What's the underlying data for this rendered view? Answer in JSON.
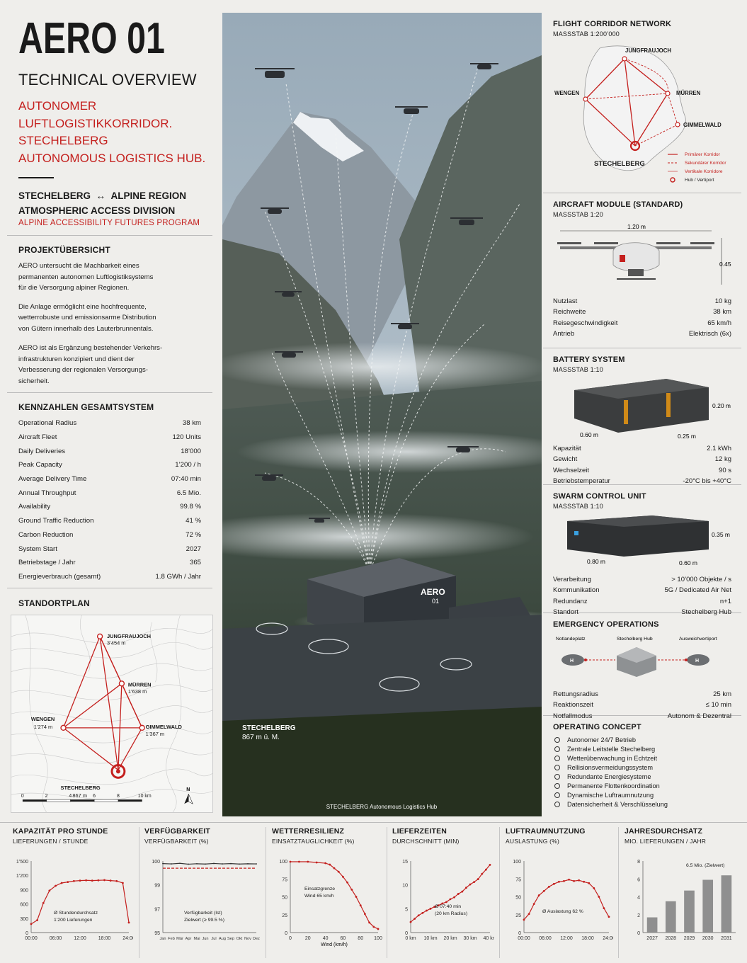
{
  "title": "AERO 01",
  "subtitle": "TECHNICAL OVERVIEW",
  "tagline": [
    "AUTONOMER",
    "LUFTLOGISTIKKORRIDOR.",
    "STECHELBERG",
    "AUTONOMOUS LOGISTICS HUB."
  ],
  "route": {
    "from": "STECHELBERG",
    "arrow": "↔",
    "to": "ALPINE REGION"
  },
  "division": "ATMOSPHERIC ACCESS DIVISION",
  "program": "ALPINE ACCESSIBILITY FUTURES PROGRAM",
  "overview": {
    "heading": "PROJEKTÜBERSICHT",
    "p1": [
      "AERO untersucht die Machbarkeit eines",
      "permanenten autonomen Luftlogistiksystems",
      "für die Versorgung alpiner Regionen."
    ],
    "p2": [
      "Die Anlage ermöglicht eine hochfrequente,",
      "wetterrobuste und emissionsarme Distribution",
      "von Gütern innerhalb des Lauterbrunnentals."
    ],
    "p3": [
      "AERO ist als Ergänzung bestehender Verkehrs-",
      "infrastrukturen konzipiert und dient der",
      "Verbesserung der regionalen Versorgungs-",
      "sicherheit."
    ]
  },
  "kpis": {
    "heading": "KENNZAHLEN GESAMTSYSTEM",
    "rows": [
      {
        "label": "Operational Radius",
        "value": "38 km"
      },
      {
        "label": "Aircraft Fleet",
        "value": "120 Units"
      },
      {
        "label": "Daily Deliveries",
        "value": "18’000"
      },
      {
        "label": "Peak Capacity",
        "value": "1’200 / h"
      },
      {
        "label": "Average Delivery Time",
        "value": "07:40 min"
      },
      {
        "label": "Annual Throughput",
        "value": "6.5 Mio."
      },
      {
        "label": "Availability",
        "value": "99.8 %"
      },
      {
        "label": "Ground Traffic Reduction",
        "value": "41 %"
      },
      {
        "label": "Carbon Reduction",
        "value": "72 %"
      },
      {
        "label": "System Start",
        "value": "2027"
      },
      {
        "label": "Betriebstage / Jahr",
        "value": "365"
      },
      {
        "label": "Energieverbrauch (gesamt)",
        "value": "1.8 GWh / Jahr"
      }
    ]
  },
  "siteplan": {
    "heading": "STANDORTPLAN",
    "places": [
      {
        "name": "JUNGFRAUJOCH",
        "elev": "3’454 m"
      },
      {
        "name": "MÜRREN",
        "elev": "1’638 m"
      },
      {
        "name": "WENGEN",
        "elev": "1’274 m"
      },
      {
        "name": "GIMMELWALD",
        "elev": "1’367 m"
      },
      {
        "name": "STECHELBERG",
        "elev": "867 m"
      }
    ],
    "scale": [
      "0",
      "2",
      "4",
      "6",
      "8",
      "10 km"
    ],
    "north": "N"
  },
  "photo": {
    "hub_sign": [
      "AERO",
      "01"
    ],
    "location": "STECHELBERG",
    "elevation": "867 m ü. M.",
    "caption": "STECHELBERG Autonomous Logistics Hub"
  },
  "corridor": {
    "heading": "FLIGHT CORRIDOR NETWORK",
    "scale": "MASSSTAB 1:200’000",
    "places": [
      "JUNGFRAUJOCH",
      "WENGEN",
      "MÜRREN",
      "GIMMELWALD",
      "STECHELBERG"
    ],
    "legend": [
      "Primärer Korridor",
      "Sekundärer Korridor",
      "Vertikale Korridore",
      "Hub / Vertiport"
    ]
  },
  "aircraft": {
    "heading": "AIRCRAFT MODULE (STANDARD)",
    "scale": "MASSSTAB 1:20",
    "dim_w": "1.20 m",
    "dim_h": "0.45 m",
    "rows": [
      {
        "label": "Nutzlast",
        "value": "10 kg"
      },
      {
        "label": "Reichweite",
        "value": "38 km"
      },
      {
        "label": "Reisegeschwindigkeit",
        "value": "65 km/h"
      },
      {
        "label": "Antrieb",
        "value": "Elektrisch (6x)"
      }
    ]
  },
  "battery": {
    "heading": "BATTERY SYSTEM",
    "scale": "MASSSTAB 1:10",
    "dim_l": "0.60 m",
    "dim_w": "0.25 m",
    "dim_h": "0.20 m",
    "rows": [
      {
        "label": "Kapazität",
        "value": "2.1 kWh"
      },
      {
        "label": "Gewicht",
        "value": "12 kg"
      },
      {
        "label": "Wechselzeit",
        "value": "90 s"
      },
      {
        "label": "Betriebstemperatur",
        "value": "-20°C bis +40°C"
      }
    ]
  },
  "swarm": {
    "heading": "SWARM CONTROL UNIT",
    "scale": "MASSSTAB 1:10",
    "dim_l": "0.80 m",
    "dim_w": "0.60 m",
    "dim_h": "0.35 m",
    "rows": [
      {
        "label": "Verarbeitung",
        "value": "> 10’000 Objekte / s"
      },
      {
        "label": "Kommunikation",
        "value": "5G / Dedicated Air Net"
      },
      {
        "label": "Redundanz",
        "value": "n+1"
      },
      {
        "label": "Standort",
        "value": "Stechelberg Hub"
      }
    ]
  },
  "emergency": {
    "heading": "EMERGENCY OPERATIONS",
    "nodes": [
      "Notlandeplatz",
      "Stechelberg Hub",
      "Ausweichvertiport"
    ],
    "rows": [
      {
        "label": "Rettungsradius",
        "value": "25 km"
      },
      {
        "label": "Reaktionszeit",
        "value": "≤ 10 min"
      },
      {
        "label": "Notfallmodus",
        "value": "Autonom & Dezentral"
      }
    ]
  },
  "concept": {
    "heading": "OPERATING CONCEPT",
    "items": [
      "Autonomer 24/7 Betrieb",
      "Zentrale Leitstelle Stechelberg",
      "Wetterüberwachung in Echtzeit",
      "Rellisionsvermeidungssystem",
      "Redundante Energiesysteme",
      "Permanente Flottenkoordination",
      "Dynamische Luftraumnutzung",
      "Datensicherheit & Verschlüsselung"
    ]
  },
  "charts": [
    {
      "title": "KAPAZITÄT PRO STUNDE",
      "subtitle": "LIEFERUNGEN / STUNDE",
      "annotation": [
        "Ø Stundendurchsatz",
        "1’200 Lieferungen"
      ]
    },
    {
      "title": "VERFÜGBARKEIT",
      "subtitle": "VERFÜGBARKEIT (%)",
      "annotation": [
        "Verfügbarkeit (Ist)",
        "Zielwert (≥ 99.5 %)"
      ]
    },
    {
      "title": "WETTERRESILIENZ",
      "subtitle": "EINSATZTAUGLICHKEIT (%)",
      "annotation": [
        "Einsatzgrenze",
        "Wind 65 km/h"
      ]
    },
    {
      "title": "LIEFERZEITEN",
      "subtitle": "DURCHSCHNITT (MIN)",
      "annotation": [
        "Ø 07:40 min",
        "(20 km Radius)"
      ]
    },
    {
      "title": "LUFTRAUMNUTZUNG",
      "subtitle": "AUSLASTUNG (%)",
      "annotation": [
        "Ø Auslastung 62 %"
      ]
    },
    {
      "title": "JAHRESDURCHSATZ",
      "subtitle": "MIO. LIEFERUNGEN / JAHR",
      "annotation": [
        "6.5 Mio. (Zielwert)"
      ]
    }
  ],
  "chart_data": [
    {
      "type": "line",
      "x": [
        "00:00",
        "01:00",
        "02:00",
        "03:00",
        "04:00",
        "05:00",
        "06:00",
        "08:00",
        "10:00",
        "12:00",
        "14:00",
        "16:00",
        "18:00",
        "20:00",
        "22:00",
        "23:00",
        "24:00"
      ],
      "values": [
        180,
        260,
        620,
        880,
        980,
        1040,
        1060,
        1080,
        1090,
        1095,
        1090,
        1095,
        1100,
        1090,
        1080,
        1040,
        210
      ],
      "xticks": [
        "00:00",
        "06:00",
        "12:00",
        "18:00",
        "24:00"
      ],
      "yticks": [
        "0",
        "300",
        "600",
        "900",
        "1’200",
        "1’500"
      ],
      "ylim": [
        0,
        1500
      ]
    },
    {
      "type": "line",
      "categories": [
        "Jan",
        "Feb",
        "Mär",
        "Apr",
        "Mai",
        "Jun",
        "Jul",
        "Aug",
        "Sep",
        "Okt",
        "Nov",
        "Dez"
      ],
      "series": [
        {
          "name": "Verfügbarkeit (Ist)",
          "values": [
            99.82,
            99.8,
            99.84,
            99.78,
            99.81,
            99.79,
            99.83,
            99.8,
            99.82,
            99.79,
            99.81,
            99.8
          ]
        },
        {
          "name": "Zielwert (≥ 99.5 %)",
          "values": [
            99.5,
            99.5,
            99.5,
            99.5,
            99.5,
            99.5,
            99.5,
            99.5,
            99.5,
            99.5,
            99.5,
            99.5
          ]
        }
      ],
      "yticks": [
        "95",
        "97",
        "99",
        "100"
      ],
      "ylim": [
        95,
        100
      ]
    },
    {
      "type": "line",
      "xlabel": "Wind (km/h)",
      "x": [
        0,
        10,
        20,
        30,
        40,
        45,
        50,
        55,
        60,
        65,
        70,
        75,
        80,
        85,
        90,
        95,
        100
      ],
      "values": [
        99,
        99,
        99,
        98,
        97,
        95,
        90,
        85,
        78,
        70,
        60,
        50,
        38,
        26,
        14,
        8,
        5
      ],
      "xticks": [
        "0",
        "20",
        "40",
        "60",
        "80",
        "100"
      ],
      "yticks": [
        "0",
        "25",
        "50",
        "75",
        "100"
      ],
      "ylim": [
        0,
        100
      ]
    },
    {
      "type": "line",
      "x": [
        0,
        2,
        4,
        6,
        8,
        10,
        12,
        14,
        16,
        18,
        20,
        22,
        24,
        26,
        28,
        30,
        32,
        34,
        36,
        38,
        40
      ],
      "values": [
        2.2,
        2.9,
        3.6,
        4.1,
        4.6,
        5.0,
        5.4,
        5.7,
        6.1,
        6.4,
        7.0,
        7.4,
        8.1,
        8.6,
        9.4,
        10.1,
        10.6,
        11.2,
        12.3,
        13.2,
        14.2
      ],
      "xticks": [
        "0 km",
        "10 km",
        "20 km",
        "30 km",
        "40 km"
      ],
      "yticks": [
        "0",
        "5",
        "10",
        "15"
      ],
      "ylim": [
        0,
        15
      ]
    },
    {
      "type": "line",
      "x": [
        "00:00",
        "01:00",
        "02:00",
        "03:00",
        "04:00",
        "05:00",
        "06:00",
        "08:00",
        "10:00",
        "12:00",
        "14:00",
        "16:00",
        "18:00",
        "20:00",
        "21:00",
        "22:00",
        "23:00",
        "24:00"
      ],
      "values": [
        18,
        26,
        40,
        52,
        58,
        64,
        68,
        71,
        72,
        74,
        72,
        73,
        71,
        69,
        62,
        50,
        34,
        22
      ],
      "xticks": [
        "00:00",
        "06:00",
        "12:00",
        "18:00",
        "24:00"
      ],
      "yticks": [
        "0",
        "25",
        "50",
        "75",
        "100"
      ],
      "ylim": [
        0,
        100
      ]
    },
    {
      "type": "bar",
      "categories": [
        "2027",
        "2028",
        "2029",
        "2030",
        "2031"
      ],
      "values": [
        1.7,
        3.5,
        4.7,
        5.9,
        6.4
      ],
      "yticks": [
        "0",
        "2",
        "4",
        "6",
        "8"
      ],
      "ylim": [
        0,
        8
      ]
    }
  ]
}
